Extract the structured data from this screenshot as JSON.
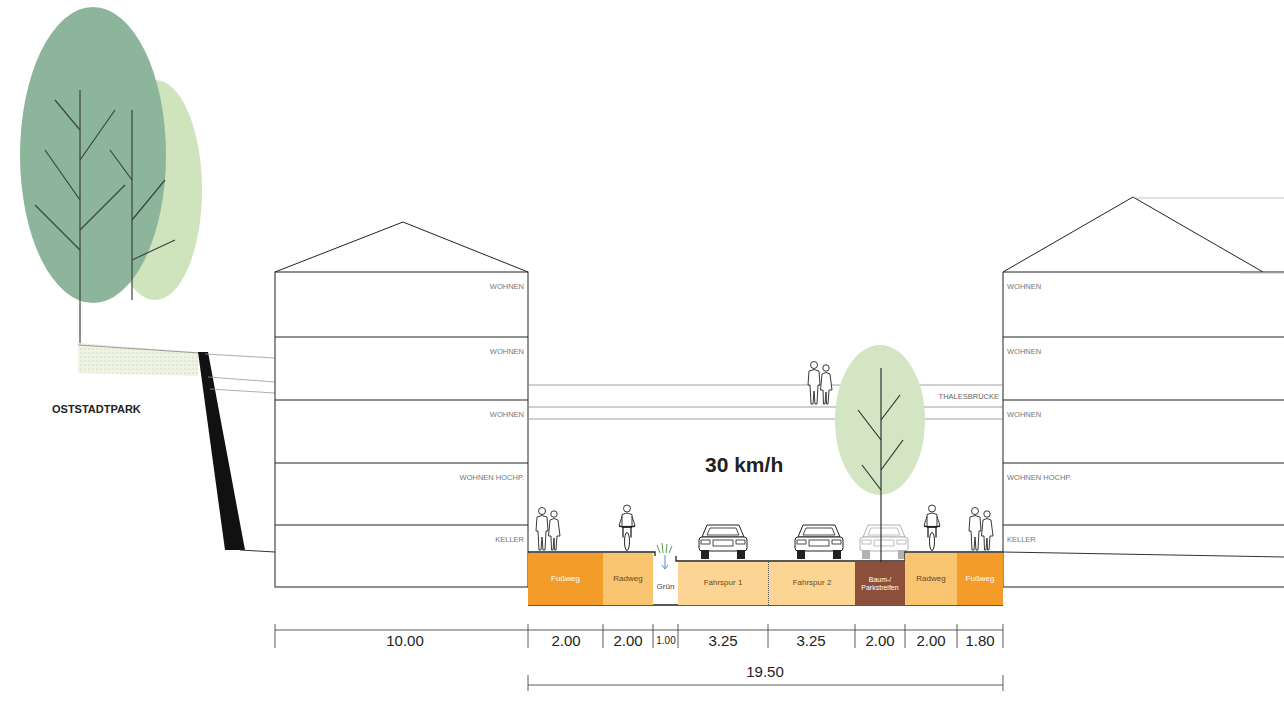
{
  "diagram": {
    "nodes": [
      {
        "text": [
          "WOHNEN"
        ]
      },
      {
        "text": [
          "WOHNEN"
        ]
      },
      {
        "text": [
          "WOHNEN"
        ]
      },
      {
        "text": [
          "WOHNEN HOCHP."
        ]
      },
      {
        "text": [
          "KELLER"
        ]
      },
      {
        "text": [
          "THALESBRÜCKE"
        ]
      },
      {
        "text": [
          "WOHNEN"
        ]
      },
      {
        "text": [
          "WOHNEN"
        ]
      },
      {
        "text": [
          "WOHNEN"
        ]
      },
      {
        "text": [
          "WOHNEN HOCHP."
        ]
      },
      {
        "text": [
          "KELLER"
        ]
      },
      {
        "text": [
          "Fußweg"
        ]
      },
      {
        "text": [
          "Radweg"
        ]
      },
      {
        "text": [
          "Grün"
        ]
      },
      {
        "text": [
          "Fahrspur 1"
        ]
      },
      {
        "text": [
          "Fahrspur 2"
        ]
      },
      {
        "text": [
          "Baum-/ Parkstreifen"
        ]
      },
      {
        "text": [
          "Radweg"
        ]
      },
      {
        "text": [
          "Fußweg"
        ]
      }
    ],
    "labels": [
      "OSTSTADTPARK",
      "30 km/h",
      "10.00",
      "2.00",
      "2.00",
      "1.00",
      "3.25",
      "3.25",
      "2.00",
      "2.00",
      "1.80",
      "19.50"
    ]
  }
}
